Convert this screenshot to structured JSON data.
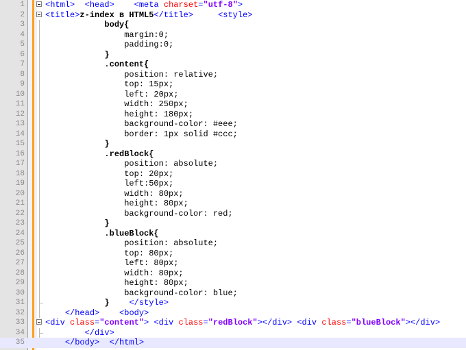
{
  "editor": {
    "current_line": 35,
    "colors": {
      "tag": "#0000ff",
      "attribute": "#ff0000",
      "attribute_value": "#8000ff",
      "text": "#000000",
      "line_number": "#8a8a8a",
      "change_bar": "#ff9d21",
      "current_line_bg": "#e8e8ff"
    },
    "lines": [
      {
        "num": "1",
        "fold": "box",
        "tokens": [
          {
            "t": "tag",
            "v": "<html>"
          },
          {
            "t": "txt",
            "v": "  "
          },
          {
            "t": "tag",
            "v": "<head>"
          },
          {
            "t": "txt",
            "v": "    "
          },
          {
            "t": "tag",
            "v": "<meta"
          },
          {
            "t": "txt",
            "v": " "
          },
          {
            "t": "attr",
            "v": "charset"
          },
          {
            "t": "tag",
            "v": "="
          },
          {
            "t": "str",
            "v": "\"utf-8\""
          },
          {
            "t": "tag",
            "v": ">"
          }
        ]
      },
      {
        "num": "2",
        "fold": "box",
        "tokens": [
          {
            "t": "tag",
            "v": "<title>"
          },
          {
            "t": "txt",
            "v": "z-index в HTML5"
          },
          {
            "t": "tag",
            "v": "</title>"
          },
          {
            "t": "txt",
            "v": "     "
          },
          {
            "t": "tag",
            "v": "<style>"
          }
        ]
      },
      {
        "num": "3",
        "fold": "line",
        "tokens": [
          {
            "t": "css-sel",
            "v": "            body{"
          }
        ]
      },
      {
        "num": "4",
        "fold": "line",
        "tokens": [
          {
            "t": "css-prop",
            "v": "                margin:0;"
          }
        ]
      },
      {
        "num": "5",
        "fold": "line",
        "tokens": [
          {
            "t": "css-prop",
            "v": "                padding:0;"
          }
        ]
      },
      {
        "num": "6",
        "fold": "line",
        "tokens": [
          {
            "t": "css-sel",
            "v": "            }"
          }
        ]
      },
      {
        "num": "7",
        "fold": "line",
        "tokens": [
          {
            "t": "css-sel",
            "v": "            .content{"
          }
        ]
      },
      {
        "num": "8",
        "fold": "line",
        "tokens": [
          {
            "t": "css-prop",
            "v": "                position: relative;"
          }
        ]
      },
      {
        "num": "9",
        "fold": "line",
        "tokens": [
          {
            "t": "css-prop",
            "v": "                top: 15px;"
          }
        ]
      },
      {
        "num": "10",
        "fold": "line",
        "tokens": [
          {
            "t": "css-prop",
            "v": "                left: 20px;"
          }
        ]
      },
      {
        "num": "11",
        "fold": "line",
        "tokens": [
          {
            "t": "css-prop",
            "v": "                width: 250px;"
          }
        ]
      },
      {
        "num": "12",
        "fold": "line",
        "tokens": [
          {
            "t": "css-prop",
            "v": "                height: 180px;"
          }
        ]
      },
      {
        "num": "13",
        "fold": "line",
        "tokens": [
          {
            "t": "css-prop",
            "v": "                background-color: #eee;"
          }
        ]
      },
      {
        "num": "14",
        "fold": "line",
        "tokens": [
          {
            "t": "css-prop",
            "v": "                border: 1px solid #ccc;"
          }
        ]
      },
      {
        "num": "15",
        "fold": "line",
        "tokens": [
          {
            "t": "css-sel",
            "v": "            }"
          }
        ]
      },
      {
        "num": "16",
        "fold": "line",
        "tokens": [
          {
            "t": "css-sel",
            "v": "            .redBlock{"
          }
        ]
      },
      {
        "num": "17",
        "fold": "line",
        "tokens": [
          {
            "t": "css-prop",
            "v": "                position: absolute;"
          }
        ]
      },
      {
        "num": "18",
        "fold": "line",
        "tokens": [
          {
            "t": "css-prop",
            "v": "                top: 20px;"
          }
        ]
      },
      {
        "num": "19",
        "fold": "line",
        "tokens": [
          {
            "t": "css-prop",
            "v": "                left:50px;"
          }
        ]
      },
      {
        "num": "20",
        "fold": "line",
        "tokens": [
          {
            "t": "css-prop",
            "v": "                width: 80px;"
          }
        ]
      },
      {
        "num": "21",
        "fold": "line",
        "tokens": [
          {
            "t": "css-prop",
            "v": "                height: 80px;"
          }
        ]
      },
      {
        "num": "22",
        "fold": "line",
        "tokens": [
          {
            "t": "css-prop",
            "v": "                background-color: red;"
          }
        ]
      },
      {
        "num": "23",
        "fold": "line",
        "tokens": [
          {
            "t": "css-sel",
            "v": "            }"
          }
        ]
      },
      {
        "num": "24",
        "fold": "line",
        "tokens": [
          {
            "t": "css-sel",
            "v": "            .blueBlock{"
          }
        ]
      },
      {
        "num": "25",
        "fold": "line",
        "tokens": [
          {
            "t": "css-prop",
            "v": "                position: absolute;"
          }
        ]
      },
      {
        "num": "26",
        "fold": "line",
        "tokens": [
          {
            "t": "css-prop",
            "v": "                top: 80px;"
          }
        ]
      },
      {
        "num": "27",
        "fold": "line",
        "tokens": [
          {
            "t": "css-prop",
            "v": "                left: 80px;"
          }
        ]
      },
      {
        "num": "28",
        "fold": "line",
        "tokens": [
          {
            "t": "css-prop",
            "v": "                width: 80px;"
          }
        ]
      },
      {
        "num": "29",
        "fold": "line",
        "tokens": [
          {
            "t": "css-prop",
            "v": "                height: 80px;"
          }
        ]
      },
      {
        "num": "30",
        "fold": "line",
        "tokens": [
          {
            "t": "css-prop",
            "v": "                background-color: blue;"
          }
        ]
      },
      {
        "num": "31",
        "fold": "end",
        "tokens": [
          {
            "t": "css-sel",
            "v": "            }"
          },
          {
            "t": "txt",
            "v": "    "
          },
          {
            "t": "tag",
            "v": "</style>"
          }
        ]
      },
      {
        "num": "32",
        "fold": "line",
        "tokens": [
          {
            "t": "txt",
            "v": "    "
          },
          {
            "t": "tag",
            "v": "</head>"
          },
          {
            "t": "txt",
            "v": "    "
          },
          {
            "t": "tag",
            "v": "<body>"
          }
        ]
      },
      {
        "num": "33",
        "fold": "box",
        "tokens": [
          {
            "t": "tag",
            "v": "<div"
          },
          {
            "t": "txt",
            "v": " "
          },
          {
            "t": "attr",
            "v": "class"
          },
          {
            "t": "tag",
            "v": "="
          },
          {
            "t": "str",
            "v": "\"content\""
          },
          {
            "t": "tag",
            "v": ">"
          },
          {
            "t": "txt",
            "v": " "
          },
          {
            "t": "tag",
            "v": "<div"
          },
          {
            "t": "txt",
            "v": " "
          },
          {
            "t": "attr",
            "v": "class"
          },
          {
            "t": "tag",
            "v": "="
          },
          {
            "t": "str",
            "v": "\"redBlock\""
          },
          {
            "t": "tag",
            "v": "></div>"
          },
          {
            "t": "txt",
            "v": " "
          },
          {
            "t": "tag",
            "v": "<div"
          },
          {
            "t": "txt",
            "v": " "
          },
          {
            "t": "attr",
            "v": "class"
          },
          {
            "t": "tag",
            "v": "="
          },
          {
            "t": "str",
            "v": "\"blueBlock\""
          },
          {
            "t": "tag",
            "v": "></div>"
          }
        ]
      },
      {
        "num": "34",
        "fold": "end",
        "tokens": [
          {
            "t": "txt",
            "v": "        "
          },
          {
            "t": "tag",
            "v": "</div>"
          }
        ]
      },
      {
        "num": "35",
        "fold": "none",
        "tokens": [
          {
            "t": "txt",
            "v": "    "
          },
          {
            "t": "tag",
            "v": "</body>"
          },
          {
            "t": "txt",
            "v": "  "
          },
          {
            "t": "tag",
            "v": "</html>"
          }
        ]
      }
    ]
  }
}
